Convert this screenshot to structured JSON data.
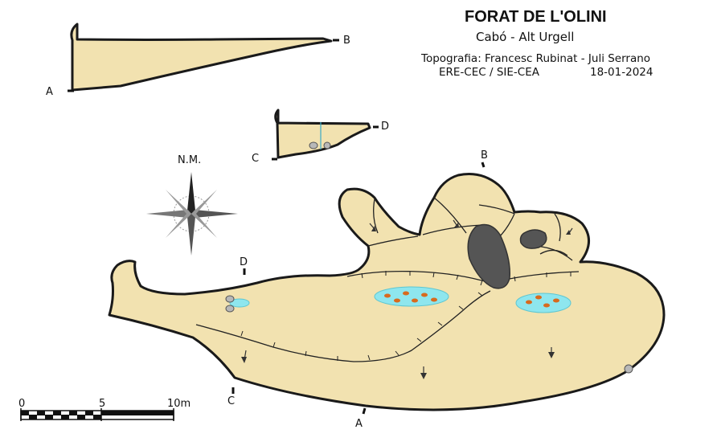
{
  "title": "FORAT DE L'OLINI",
  "location": "Cabó  -  Alt Urgell",
  "credits": {
    "topography": "Topografia: Francesc Rubinat - Juli Serrano",
    "groups": "ERE-CEC / SIE-CEA",
    "date": "18-01-2024"
  },
  "north_label": "N.M.",
  "section_labels": {
    "a_top": "A",
    "b_top": "B",
    "c_top": "C",
    "d_top": "D",
    "a_plan": "A",
    "b_plan": "B",
    "c_plan": "C",
    "d_plan": "D"
  },
  "scale": {
    "ticks": [
      "0",
      "5",
      "10m"
    ]
  },
  "colors": {
    "cave_fill": "#f2e2b0",
    "water": "#8ee6ee",
    "rock_block": "#555555",
    "debris": "#d86a1e"
  },
  "icons": [
    "compass-rose-icon",
    "slope-arrow-icon",
    "boulder-icon",
    "water-pool-icon"
  ]
}
